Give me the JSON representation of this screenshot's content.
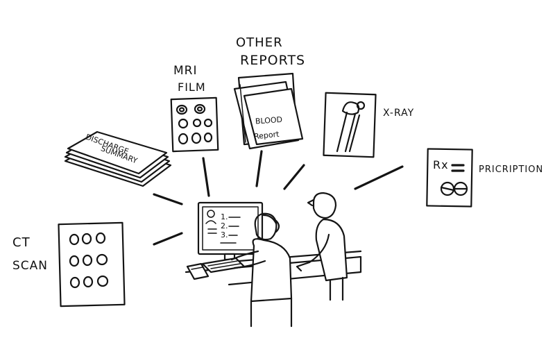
{
  "labels": {
    "mri_line1": "MRI",
    "mri_line2": "FILM",
    "other_line1": "OTHER",
    "other_line2": "REPORTS",
    "blood_line1": "BLOOD",
    "blood_line2": "Report",
    "xray": "X-RAY",
    "prescription": "PRICRIPTION",
    "rx": "Rx",
    "ct_line1": "CT",
    "ct_line2": "SCAN",
    "discharge_line1": "DISCHARGE",
    "discharge_line2": "SUMMARY",
    "screen_items": [
      "1.",
      "2.",
      "3."
    ]
  }
}
